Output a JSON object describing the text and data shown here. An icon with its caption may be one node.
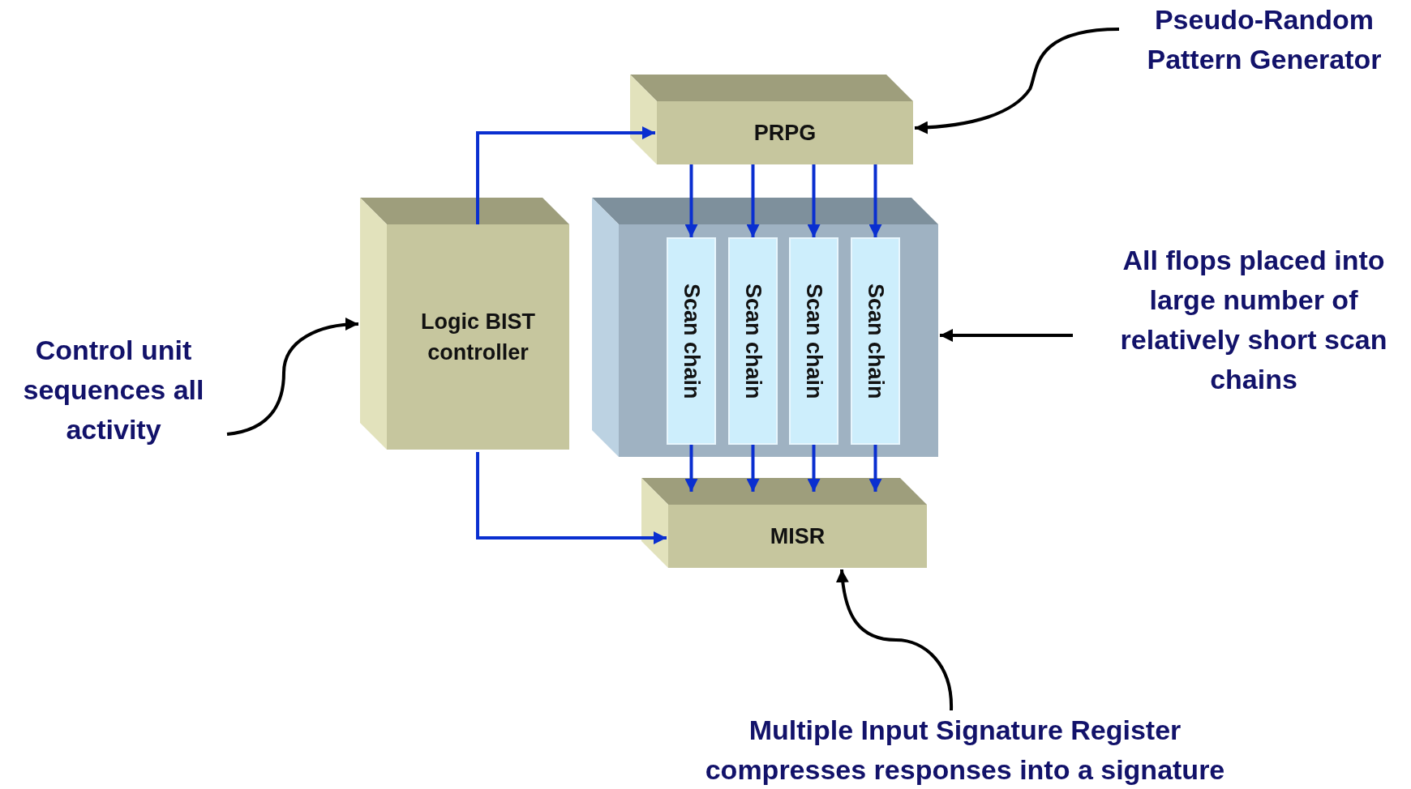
{
  "diagram": {
    "nodes": [
      {
        "text": [
          "PRPG"
        ]
      },
      {
        "text": [
          "Logic BIST controller"
        ]
      },
      {
        "text": [],
        "shape": "box"
      },
      {
        "text": [
          "Scan chain"
        ],
        "in": 2
      },
      {
        "text": [
          "Scan chain"
        ],
        "in": 2
      },
      {
        "text": [
          "Scan chain"
        ],
        "in": 2
      },
      {
        "text": [
          "Scan chain"
        ],
        "in": 2
      },
      {
        "text": [
          "MISR"
        ]
      },
      {
        "text": [
          "Pseudo-Random Pattern Generator"
        ]
      },
      {
        "text": [
          "Control unit sequences all activity"
        ]
      },
      {
        "text": [
          "All flops placed into large number of relatively short scan chains"
        ]
      },
      {
        "text": [
          "Multiple Input Signature Register compresses responses into a signature"
        ]
      }
    ],
    "edges": [
      {
        "from": 1,
        "to": 0,
        "arrow": "to"
      },
      {
        "from": 1,
        "to": 7,
        "arrow": "to"
      },
      {
        "from": 0,
        "to": 3,
        "arrow": "to"
      },
      {
        "from": 0,
        "to": 4,
        "arrow": "to"
      },
      {
        "from": 0,
        "to": 5,
        "arrow": "to"
      },
      {
        "from": 0,
        "to": 6,
        "arrow": "to"
      },
      {
        "from": 3,
        "to": 7,
        "arrow": "to"
      },
      {
        "from": 4,
        "to": 7,
        "arrow": "to"
      },
      {
        "from": 5,
        "to": 7,
        "arrow": "to"
      },
      {
        "from": 6,
        "to": 7,
        "arrow": "to"
      },
      {
        "from": 8,
        "to": 0,
        "arrow": "to",
        "color": "#000000"
      },
      {
        "from": 9,
        "to": 1,
        "arrow": "to",
        "color": "#000000"
      },
      {
        "from": 10,
        "to": 2,
        "arrow": "to",
        "color": "#000000"
      },
      {
        "from": 11,
        "to": 7,
        "arrow": "to",
        "color": "#000000"
      }
    ]
  }
}
